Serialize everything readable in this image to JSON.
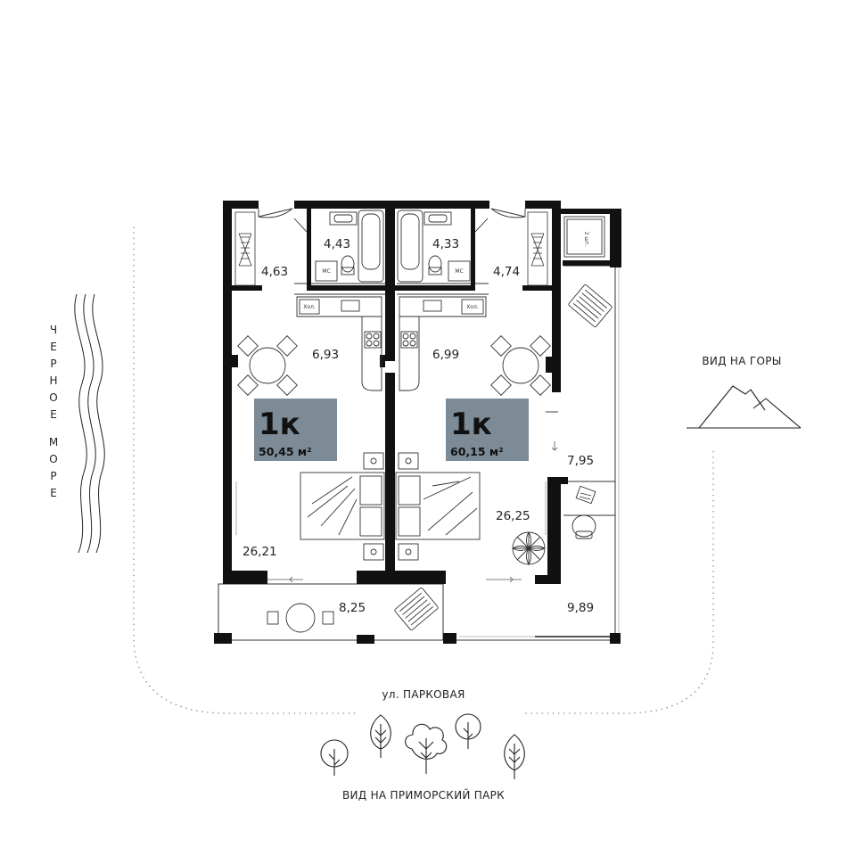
{
  "apartments": [
    {
      "rooms": "1к",
      "area": "50,45 м²",
      "color": "#7d8b96"
    },
    {
      "rooms": "1к",
      "area": "60,15 м²",
      "color": "#7d8b96"
    }
  ],
  "room_areas": {
    "hall_left": "4,63",
    "bath_left": "4,43",
    "bath_right": "4,33",
    "hall_right": "4,74",
    "kitchen_left": "6,93",
    "kitchen_right": "6,99",
    "living_left": "26,21",
    "living_right": "26,25",
    "terrace_right": "7,95",
    "balcony_left": "8,25",
    "balcony_right": "9,89"
  },
  "fixture_labels": {
    "wc_left": "МС",
    "wc_right": "МС",
    "fridge_left": "Хол.",
    "fridge_right": "Хол.",
    "storage": "2 шт."
  },
  "surroundings": {
    "sea_letters": [
      "Ч",
      "Е",
      "Р",
      "Н",
      "О",
      "Е",
      "",
      "М",
      "О",
      "Р",
      "Е"
    ],
    "mountains": "ВИД НА ГОРЫ",
    "street": "ул. ПАРКОВАЯ",
    "park": "ВИД НА ПРИМОРСКИЙ ПАРК"
  },
  "icons": [
    "wave-icon",
    "mountain-icon",
    "tree-icon",
    "dining-table-icon",
    "bed-icon",
    "bathtub-icon",
    "toilet-icon",
    "sun-lounger-icon",
    "plant-icon"
  ]
}
